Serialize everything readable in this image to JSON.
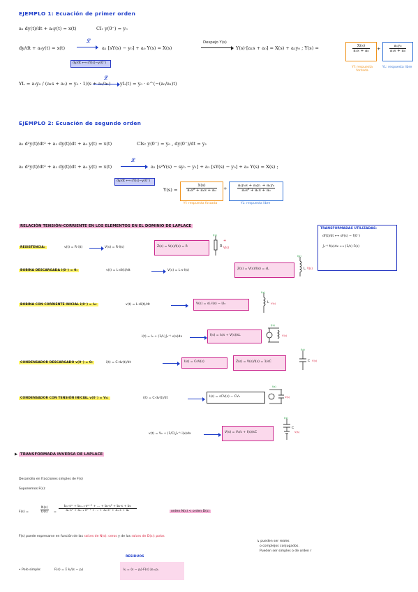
{
  "ex1": {
    "title": "EJEMPLO 1: Ecuación de primer orden",
    "ode": "a₁ dy(t)/dt + a₀y(t) = x(t)",
    "ci": "CI: y(0⁻) = y₀",
    "line2_left": "dy/dt + a₀y(t) = x(t)",
    "L": "𝓛",
    "line2_mid": "a₁ [sY(s) − y₀] + a₀ Y(s) = X(s)",
    "despejo": "Despejo Y(s)",
    "line2_right": "Y(s)·[a₁s + a₀] = X(s) + a₁y₀ ;  Y(s) =",
    "yf_num": "X(s)",
    "yf_den": "a₁s + a₀",
    "yl_num": "a₁y₀",
    "yl_den": "a₁s + a₀",
    "yf_label": "Yf: respuesta forzada",
    "yl_label": "YL: respuesta libre",
    "deriv_note": "dy/dt ⟷ sY(s)−y(0⁻)",
    "line3_a": "YL = a₁y₀ / (a₁s + a₀) = y₀ · 1/(s + a₀/a₁)",
    "line3_b": "yL(t) = y₀ · e^(−(a₀/a₁)t)"
  },
  "ex2": {
    "title": "EJEMPLO 2: Ecuación de segundo orden",
    "ode": "a₂ d²y(t)/dt² + a₁ dy(t)/dt + a₀ y(t) = x(t)",
    "ci": "CIs: y(0⁻) = y₀ ,  dy(0⁻)/dt = y₁",
    "line2_left": "a₂ d²y(t)/dt² + a₁ dy(t)/dt + a₀ y(t) = x(t)",
    "line2_right": "a₂ [s²Y(s) − sy₀ − y₁] + a₁ [sY(s) − y₀] + a₀ Y(s) = X(s) ;",
    "deriv_note": "dy/dt ⟷ sY(s)−y(0⁻)",
    "ys": "Y(s) =",
    "yf_num": "X(s)",
    "yf_den": "a₂s² + a₁s + a₀",
    "yl_num": "a₂y₀s + a₂y₁ + a₁y₀",
    "yl_den": "a₂s² + a₁s + a₀",
    "yf_label": "Yf: respuesta forzada",
    "yl_label": "YL: respuesta libre"
  },
  "relacion": {
    "title": "RELACIÓN TENSIÓN-CORRIENTE EN LOS ELEMENTOS EN EL DOMINIO DE LAPLACE",
    "transform_box": {
      "title": "TRANSFORMADAS UTILIZADAS:",
      "r1": "df(t)/dt ⟷ sF(s) − f(0⁻)",
      "r2": "∫₀⁻ᵗ f(x)dx ⟷ (1/s) F(s)"
    },
    "rows": [
      {
        "label": "RESISTENCIA:",
        "eq": "v(t) = R·i(t)",
        "res": "V(s) = R·I(s)",
        "z": "Z(s) = V(s)/I(s) = R",
        "el": "R"
      },
      {
        "label": "BOBINA DESCARGADA i(0⁻) = 0:",
        "eq": "v(t) = L·di(t)/dt",
        "res": "V(s) = L·s·I(s)",
        "z": "Z(s) = V(s)/I(s) = sL",
        "el": "L"
      },
      {
        "label": "BOBINA CON CORRIENTE INICIAL i(0⁻) = I₀:",
        "eq": "v(t) = L·di(t)/dt",
        "res": "V(s) = sL·I(s) − LI₀",
        "el": "L"
      },
      {
        "label": "",
        "eq": "i(t) = I₀ + (1/L)∫₀⁻ᵗ v(x)dx",
        "res": "I(s) = I₀/s + V(s)/sL",
        "el": ""
      },
      {
        "label": "CONDENSADOR DESCARGADO v(0⁻) = 0:",
        "eq": "i(t) = C·dv(t)/dt",
        "res": "I(s) = CsV(s)",
        "z": "Z(s) = V(s)/I(s) = 1/sC",
        "el": "C"
      },
      {
        "label": "CONDENSADOR CON TENSIÓN INICIAL v(0⁻) = V₀:",
        "eq": "i(t) = C·dv(t)/dt",
        "res": "I(s) = sCV(s) − CV₀",
        "el": ""
      },
      {
        "label": "",
        "eq": "v(t) = V₀ + (1/C)∫₀⁻ᵗ i(x)dx",
        "res": "V(s) = V₀/s + I(s)/sC",
        "el": "C"
      }
    ]
  },
  "inversa": {
    "title": "TRANSFORMADA INVERSA DE LAPLACE",
    "l1": "Desarrollo en fracciones simples de F(s)",
    "l2": "Suponemos F(s):",
    "fs": "F(s) =",
    "fs_frac1_num": "N(s)",
    "fs_frac1_den": "D(s)",
    "fs_num": "bₘ·sᵐ + bₘ₋₁·sᵐ⁻¹ + ... + b₂·s² + b₁·s + b₀",
    "fs_den": "aₙ·sⁿ + aₙ₋₁·sⁿ⁻¹ + ... + a₂·s² + a₁·s + a₀",
    "order_note": "orden N(s) < orden D(s)",
    "l3a": "F(s) puede expresarse en función de las",
    "l3b": "raíces de N(s): ceros",
    "l3c": "y de las",
    "l3d": "raíces de D(s): polos",
    "note1": "↳ pueden ser reales",
    "note2": "o complejos conjugados.",
    "note3": "Pueden ser simples o de orden r",
    "residuos": "RESIDUOS",
    "polo_label": "• Polo simple:",
    "polo_eq": "F(s) = Σ kⱼ/(s − pⱼ)",
    "sum_top": "n",
    "sum_bot": "j=1",
    "kj": "kⱼ = (s − pⱼ)·F(s) |s=pⱼ"
  },
  "colors": {
    "blue": "#1c3cc9",
    "orange": "#f0941e",
    "pink": "#cc2a8f",
    "highlight_pink": "#f7b3d8",
    "highlight_yellow": "#fff36b",
    "lavender": "#c8cdf7",
    "red": "#d81c38",
    "green": "#1f9a3c"
  },
  "icons": {
    "arrow": "right-arrow",
    "resistor": "resistor-symbol",
    "inductor": "inductor-symbol",
    "capacitor": "capacitor-symbol",
    "source": "source-symbol",
    "bullet": "triangle-bullet"
  }
}
